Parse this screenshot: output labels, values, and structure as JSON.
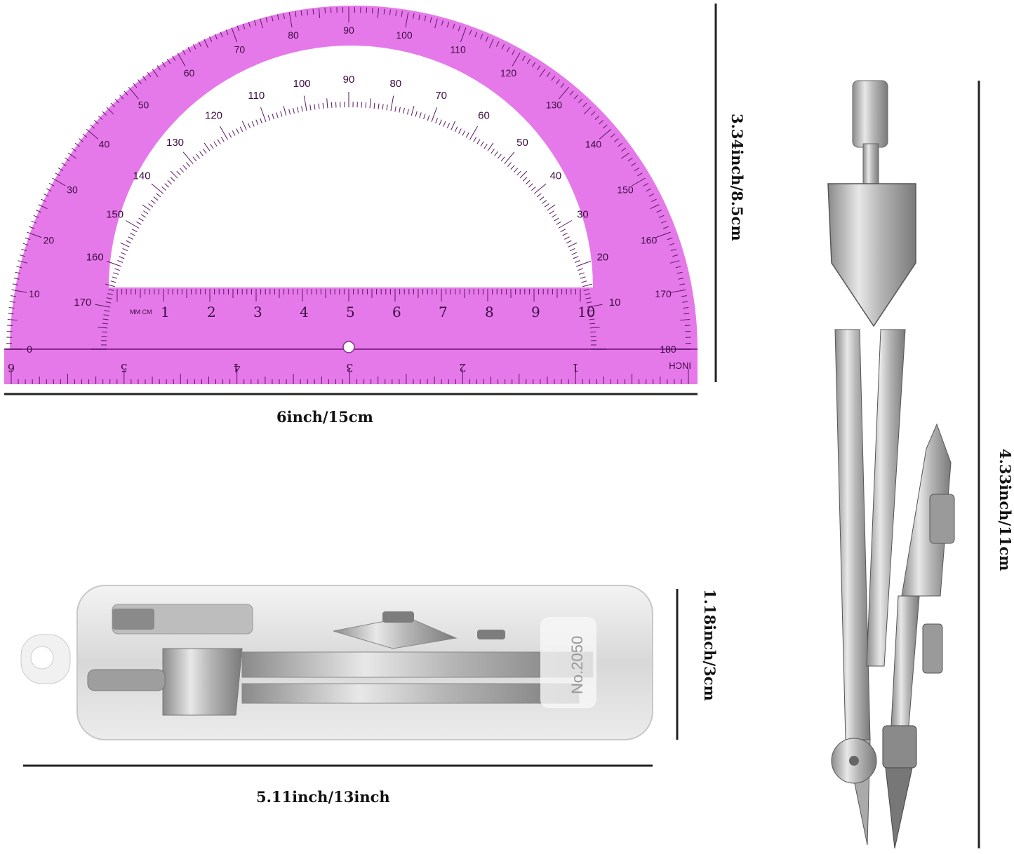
{
  "image": {
    "protractor": {
      "color": "#e060e8",
      "outer_degrees_top": [
        "0",
        "10",
        "20",
        "30",
        "40",
        "50",
        "60",
        "70",
        "80",
        "90",
        "100",
        "110",
        "120",
        "130",
        "140",
        "150",
        "160",
        "170",
        "180"
      ],
      "inner_degrees": [
        "170",
        "160",
        "150",
        "140",
        "130",
        "120",
        "110",
        "100",
        "90",
        "80",
        "70",
        "60",
        "50",
        "40",
        "30",
        "20",
        "10"
      ],
      "cm_scale": [
        "1",
        "2",
        "3",
        "4",
        "5",
        "6",
        "7",
        "8",
        "9",
        "10"
      ],
      "mm_cm_label": "MM CM",
      "inch_scale": [
        "6",
        "5",
        "4",
        "3",
        "2",
        "1"
      ],
      "inch_label": "INCH"
    },
    "case_label": "No.2050",
    "dimensions": {
      "protractor_width": "6inch/15cm",
      "protractor_height": "3.34inch/8.5cm",
      "case_width": "5.11inch/13inch",
      "case_height": "1.18inch/3cm",
      "compass_height": "4.33inch/11cm"
    }
  }
}
